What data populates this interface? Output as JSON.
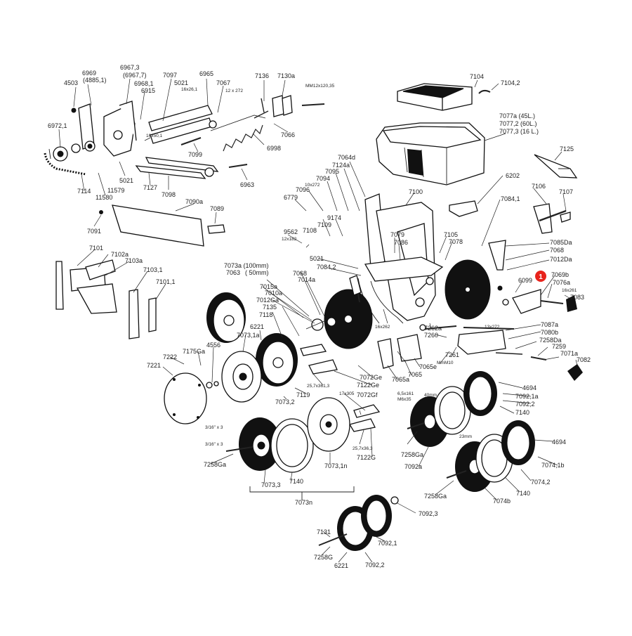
{
  "marker": {
    "text": "1",
    "color": "#e8231c"
  },
  "labels": {
    "p7104": "7104",
    "p7104_2": "7104,2",
    "p7077a": "7077a (45L.)",
    "p7077_2": "7077,2 (60L.)",
    "p7077_3": "7077,3 (16 L.)",
    "p7125": "7125",
    "p6969": "6969",
    "p4885": "(4885,1)",
    "p6967_3": "6967,3",
    "p6967_7": "(6967,7)",
    "p7097": "7097",
    "p6965": "6965",
    "p7136": "7136",
    "p7130a": "7130a",
    "pMM12": "MM12x120,35",
    "p4503": "4503",
    "p6968_1": "6968,1",
    "p6915": "6915",
    "p5021a": "5021",
    "p16x26": "16x26,1",
    "p7067": "7067",
    "p12x272": "12 x 272",
    "p6972_1": "6972,1",
    "p16x50": "16x50,1",
    "p7066": "7066",
    "p6998": "6998",
    "p7099": "7099",
    "p5021b": "5021",
    "p11579": "11579",
    "p11580": "11580",
    "p7114": "7114",
    "p7127": "7127",
    "p7098": "7098",
    "p6963": "6963",
    "p7090a": "7090a",
    "p7089": "7089",
    "p7091": "7091",
    "p7101": "7101",
    "p7102a": "7102a",
    "p7103a": "7103a",
    "p7103_1": "7103,1",
    "p7101_1": "7101,1",
    "p7064d": "7064d",
    "p7124a": "7124a",
    "p7095": "7095",
    "p7094": "7094",
    "p10x272": "10x272",
    "p7096": "7096",
    "p6779": "6779",
    "p7100": "7100",
    "p9174": "9174",
    "p7109": "7109",
    "p9562": "9562",
    "p12x182": "12x182",
    "p7108": "7108",
    "p7079": "7079",
    "p7086": "7086",
    "p6202": "6202",
    "p7106": "7106",
    "p7107": "7107",
    "p7084_1": "7084,1",
    "p7105": "7105",
    "p7078": "7078",
    "p7085Da": "7085Da",
    "p7068a": "7068",
    "p7012Da": "7012Da",
    "p5021c": "5021",
    "p7084_2": "7084,2",
    "p7069b": "7069b",
    "p7076a": "7076a",
    "p6099": "6099",
    "p16x261": "16x261",
    "p7083": "7083",
    "p7073a": "7073a (100mm)",
    "p7063": "7063",
    "p50mm": "( 50mm)",
    "p7068b": "7068",
    "p7014a": "7014a",
    "p7015a": "7015a",
    "p7010a": "7010a",
    "p7012Ga": "7012Ga",
    "p7135": "7135",
    "p7118": "7118",
    "p6221a": "6221",
    "p7073_1a": "7073,1a",
    "p16x262": "16x262",
    "p7262a": "7262a",
    "p13x272": "13x272",
    "p7260": "7260",
    "p7087a": "7087a",
    "p7080b": "7080b",
    "p7258Da": "7258Da",
    "p7259": "7259",
    "p7071a": "7071a",
    "p7082": "7082",
    "p7261": "7261",
    "pMmM10": "MmM10",
    "p7222": "7222",
    "p7175Ga": "7175Ga",
    "p4556": "4556",
    "p7221": "7221",
    "p7065e": "7065e",
    "p7065": "7065",
    "p7065a": "7065a",
    "p7072Ge": "7072Ge",
    "p7122Ge": "7122Ge",
    "p257x361": "25,7x361,3",
    "p7119": "7119",
    "p7073_2": "7073,2",
    "p17x305": "17x305",
    "p7072Gf": "7072Gf",
    "p257x363": "25,7x36,3",
    "p7122G": "7122G",
    "p65x161": "6,5x161",
    "pM6x35": "M6x35",
    "p40mm": "40mm",
    "p4694a": "4694",
    "p7092_1a": "7092,1a",
    "p7092_2a": "7092,2",
    "p7140a": "7140",
    "p7258Gaa": "7258Ga",
    "p7092a": "7092a",
    "p23mm": "23mm",
    "p4694b": "4694",
    "p7074_1b": "7074,1b",
    "p7074_2": "7074,2",
    "p7140b": "7140",
    "p7074b": "7074b",
    "p7258Gab": "7258Ga",
    "p3_16a": "3/16\" x 3",
    "p3_16b": "3/16\" x 3",
    "p7258Gac": "7258Ga",
    "p7073_3": "7073,3",
    "p7140c": "7140",
    "p7073_1n": "7073,1n",
    "p7073n": "7073n",
    "p7092_3": "7092,3",
    "p7131": "7131",
    "p7258G": "7258G",
    "p6221b": "6221",
    "p7092_1b": "7092,1",
    "p7092_2b": "7092,2"
  }
}
